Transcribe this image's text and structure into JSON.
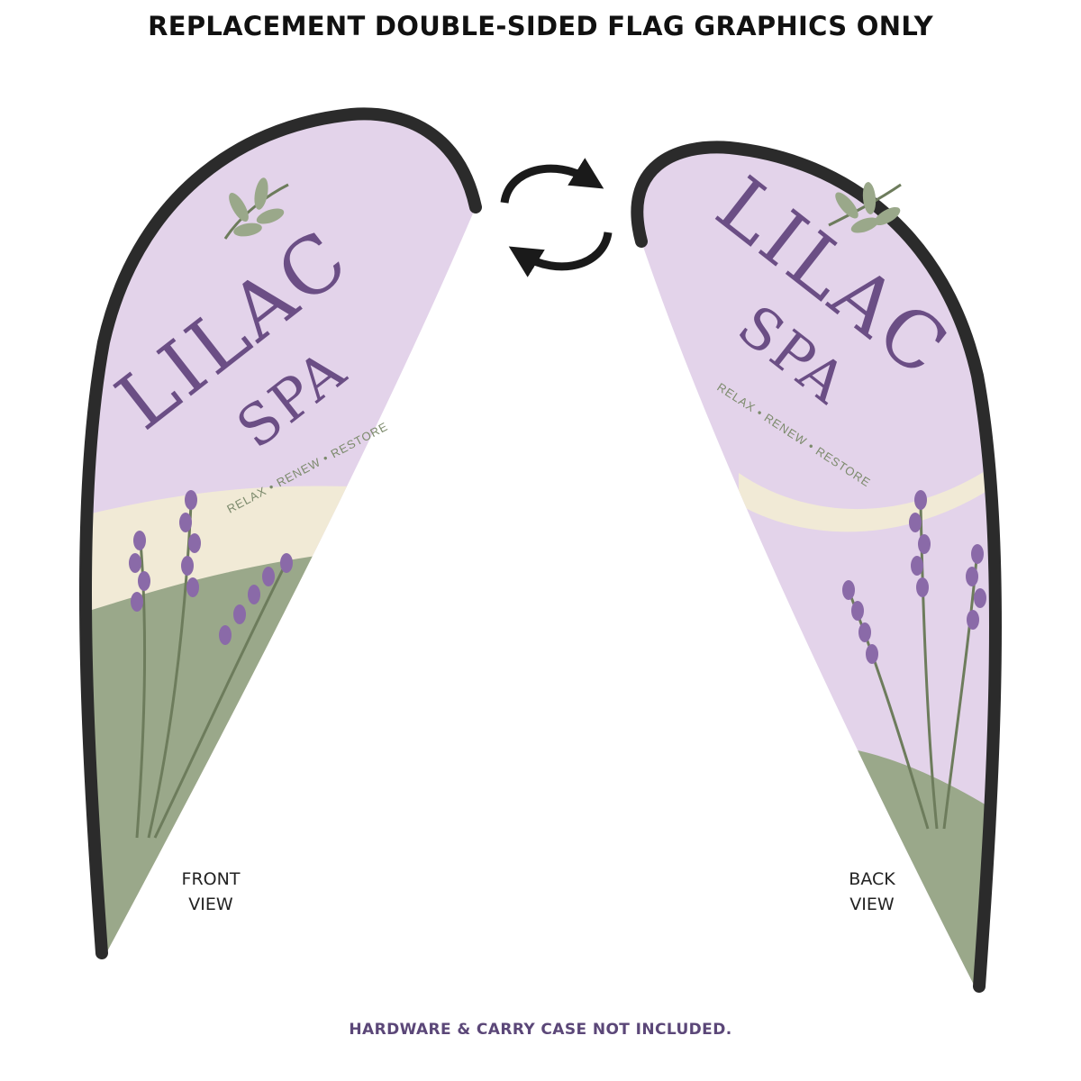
{
  "header": {
    "title": "REPLACEMENT DOUBLE-SIDED FLAG GRAPHICS ONLY"
  },
  "flags": {
    "front": {
      "brand_line1": "LILAC",
      "brand_line2": "SPA",
      "tagline": "RELAX • RENEW • RESTORE",
      "view_label_line1": "FRONT",
      "view_label_line2": "VIEW"
    },
    "back": {
      "brand_line1": "LILAC",
      "brand_line2": "SPA",
      "tagline": "RELAX • RENEW • RESTORE",
      "view_label_line1": "BACK",
      "view_label_line2": "VIEW"
    }
  },
  "swap_icon": "double-sided-rotate-arrows-icon",
  "footer": {
    "note": "HARDWARE & CARRY CASE NOT INCLUDED."
  },
  "colors": {
    "lilac": "#e3d3ea",
    "sage": "#9aa88a",
    "cream": "#f1ead6",
    "purple_text": "#6b4e85",
    "sage_text": "#7c8a6c",
    "frame": "#2b2b2b",
    "footer_text": "#5b4778"
  }
}
